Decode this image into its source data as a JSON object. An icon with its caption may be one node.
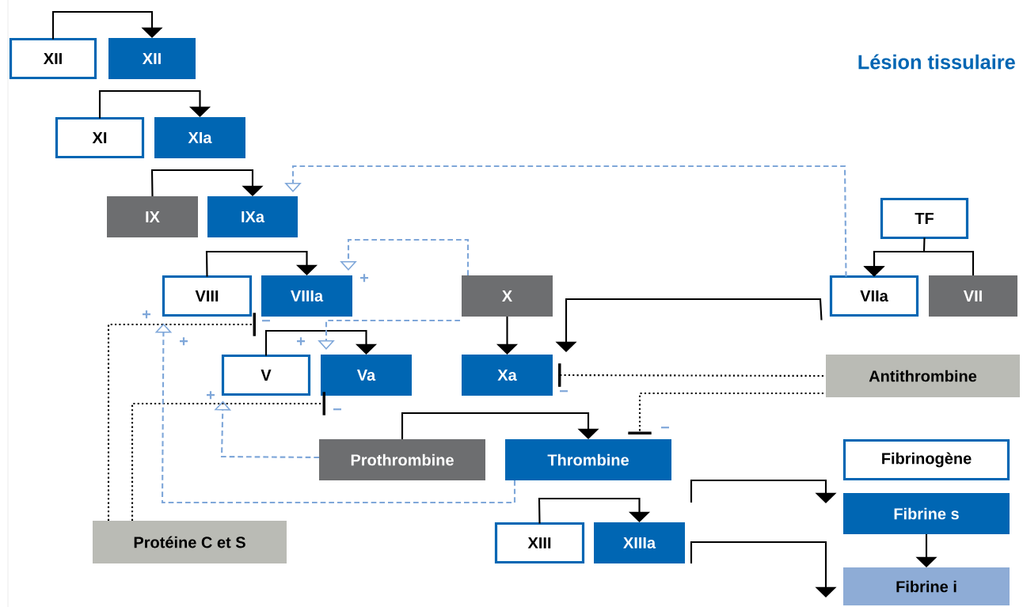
{
  "diagram": {
    "title": "Lésion tissulaire",
    "nodes": [
      {
        "text": [
          "XII"
        ]
      },
      {
        "text": [
          "XII"
        ]
      },
      {
        "text": [
          "XI"
        ]
      },
      {
        "text": [
          "XIa"
        ]
      },
      {
        "text": [
          "IX"
        ]
      },
      {
        "text": [
          "IXa"
        ]
      },
      {
        "text": [
          "TF"
        ]
      },
      {
        "text": [
          "VIII"
        ]
      },
      {
        "text": [
          "VIIIa"
        ]
      },
      {
        "text": [
          "X"
        ]
      },
      {
        "text": [
          "VIIa"
        ]
      },
      {
        "text": [
          "VII"
        ]
      },
      {
        "text": [
          "V"
        ]
      },
      {
        "text": [
          "Va"
        ]
      },
      {
        "text": [
          "Xa"
        ]
      },
      {
        "text": [
          "Antithrombine"
        ]
      },
      {
        "text": [
          "Prothrombine"
        ]
      },
      {
        "text": [
          "Thrombine"
        ]
      },
      {
        "text": [
          "Fibrinogène"
        ]
      },
      {
        "text": [
          "Fibrine s"
        ]
      },
      {
        "text": [
          "XIII"
        ]
      },
      {
        "text": [
          "XIIIa"
        ]
      },
      {
        "text": [
          "Protéine C et S"
        ]
      },
      {
        "text": [
          "Fibrine i"
        ]
      }
    ],
    "edges": [
      {
        "from": 0,
        "to": 1,
        "arrow": "to"
      },
      {
        "from": 2,
        "to": 3,
        "arrow": "to"
      },
      {
        "from": 4,
        "to": 5,
        "arrow": "to"
      },
      {
        "from": 6,
        "to": 10,
        "arrow": "to"
      },
      {
        "from": 11,
        "to": 10,
        "arrow": "to"
      },
      {
        "from": 7,
        "to": 8,
        "arrow": "to"
      },
      {
        "from": 12,
        "to": 13,
        "arrow": "to"
      },
      {
        "from": 9,
        "to": 14,
        "arrow": "to"
      },
      {
        "from": 10,
        "to": 14,
        "arrow": "to"
      },
      {
        "from": 16,
        "to": 17,
        "arrow": "to"
      },
      {
        "from": 20,
        "to": 21,
        "arrow": "to"
      },
      {
        "from": null,
        "to": 19,
        "arrow": "to"
      },
      {
        "from": 21,
        "to": 23,
        "arrow": "to"
      },
      {
        "from": 19,
        "to": 23,
        "arrow": "to"
      },
      {
        "from": 15,
        "to": 14,
        "arrow": "other",
        "style": "dashed"
      },
      {
        "from": 15,
        "to": 17,
        "arrow": "other",
        "style": "dashed"
      },
      {
        "from": 22,
        "to": 8,
        "arrow": "other",
        "style": "dashed"
      },
      {
        "from": 22,
        "to": 13,
        "arrow": "other",
        "style": "dashed"
      },
      {
        "from": 10,
        "to": 5,
        "arrow": "to",
        "style": "dashed",
        "color": "#7fa7d9"
      },
      {
        "from": 9,
        "to": 8,
        "arrow": "to",
        "style": "dashed",
        "color": "#7fa7d9"
      },
      {
        "from": 9,
        "to": 13,
        "arrow": "to",
        "style": "dashed",
        "color": "#7fa7d9"
      },
      {
        "from": 17,
        "to": 7,
        "arrow": "to",
        "style": "dashed",
        "color": "#7fa7d9"
      },
      {
        "from": 16,
        "to": 12,
        "arrow": "to",
        "style": "dashed",
        "color": "#7fa7d9"
      }
    ],
    "labels": [
      "+",
      "+",
      "−",
      "+",
      "+",
      "−",
      "+",
      "−",
      "−"
    ]
  }
}
